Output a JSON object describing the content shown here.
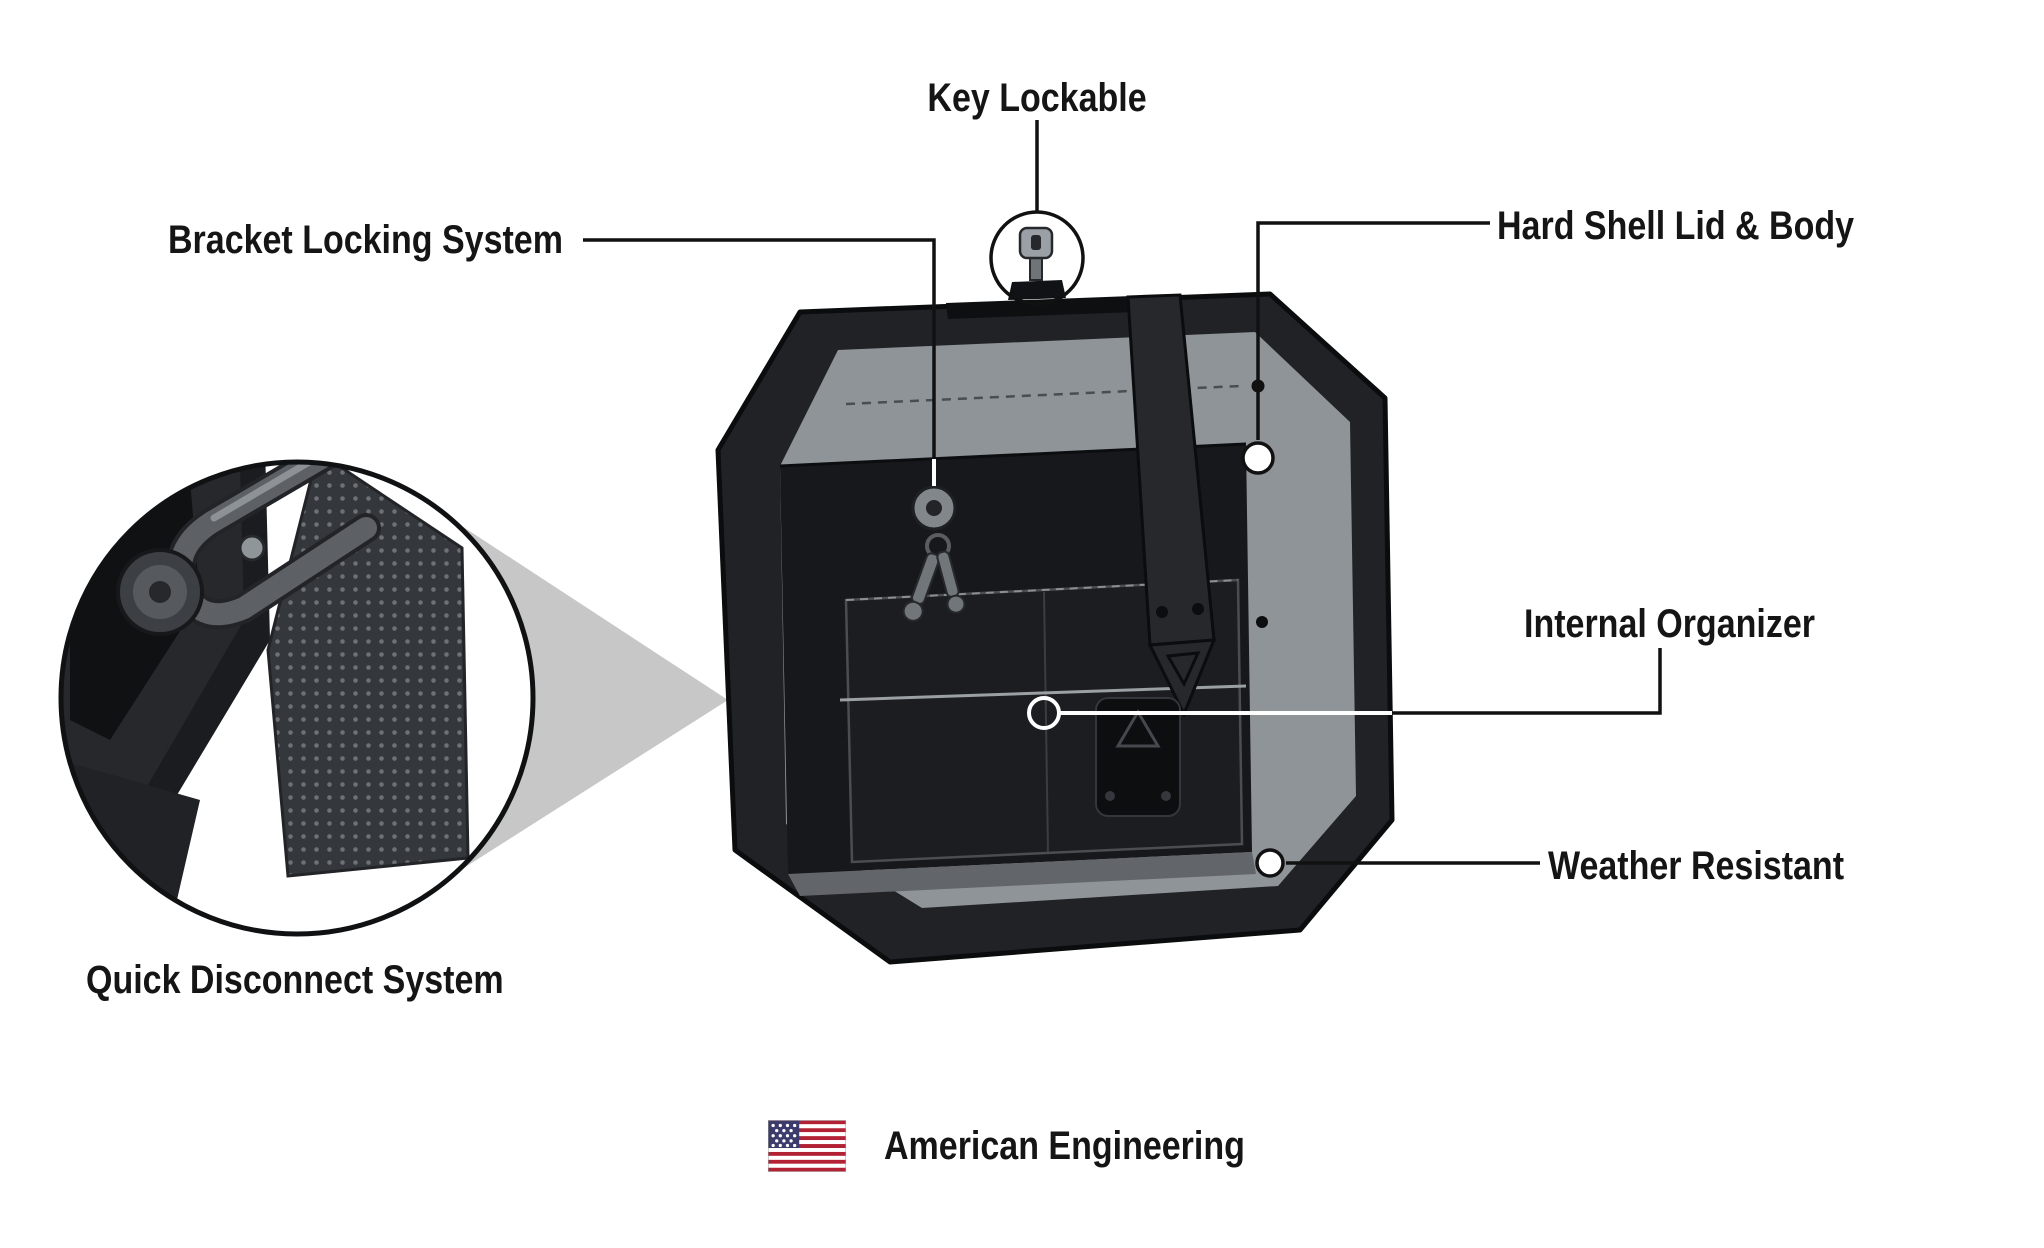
{
  "diagram": {
    "title_context": "Saddlebag feature diagram",
    "callouts": [
      {
        "id": "key-lockable",
        "label": "Key Lockable"
      },
      {
        "id": "bracket-locking-system",
        "label": "Bracket Locking System"
      },
      {
        "id": "hard-shell-lid-body",
        "label": "Hard Shell Lid & Body"
      },
      {
        "id": "internal-organizer",
        "label": "Internal Organizer"
      },
      {
        "id": "weather-resistant",
        "label": "Weather Resistant"
      },
      {
        "id": "quick-disconnect-system",
        "label": "Quick Disconnect System"
      }
    ],
    "footer": {
      "text": "American Engineering",
      "flag_icon": "us-flag-icon"
    },
    "icons": [
      "us-flag-icon",
      "key-icon",
      "lock-icon",
      "magnifier-circle"
    ],
    "colors": {
      "background": "#ffffff",
      "text": "#151515",
      "callout_line": "#111111",
      "callout_line_on_dark": "#ffffff",
      "bag_shell": "#212226",
      "bag_lid_gray": "#8f9499",
      "bag_interior": "#17181c",
      "zoom_wedge": "#c7c7c7",
      "flag_red": "#B22234",
      "flag_blue": "#3C3B6E"
    }
  }
}
